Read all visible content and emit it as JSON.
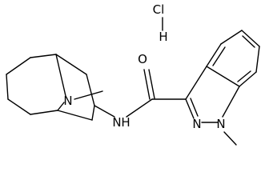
{
  "diagram": {
    "type": "chemical-structure",
    "atoms": {
      "chlorine": "Cl",
      "hydrogen": "H",
      "oxygen": "O",
      "bridge_nitrogen": "N",
      "amide_nitrogen": "N",
      "amide_hydrogen": "H",
      "ring_nitrogen_2": "N",
      "ring_nitrogen_1": "N"
    },
    "colors": {
      "ink": "#000000",
      "background": "#ffffff"
    }
  }
}
